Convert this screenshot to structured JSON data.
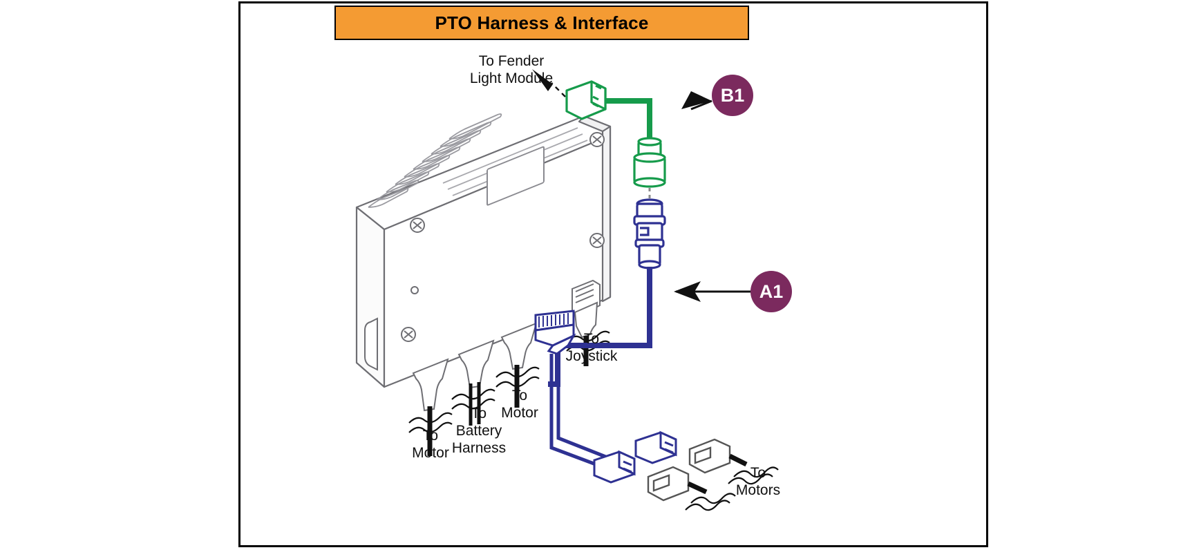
{
  "title": {
    "text": "PTO Harness & Interface"
  },
  "colors": {
    "banner_bg": "#F49B33",
    "frame_border": "#000000",
    "badge_purple": "#7B2A5E",
    "wire_green": "#169B4B",
    "wire_navy": "#2E3192",
    "line_grey": "#8A8A8A",
    "text": "#111111"
  },
  "badges": [
    {
      "id": "B1",
      "label": "B1"
    },
    {
      "id": "A1",
      "label": "A1"
    }
  ],
  "labels": {
    "fender": "To Fender\nLight Module",
    "joystick": "To\nJoystick",
    "motor_left": "To\nMotor",
    "battery": "To\nBattery\nHarness",
    "motor_mid": "To\nMotor",
    "motors_right": "To\nMotors"
  },
  "components": {
    "controller": "controller-module",
    "fender_connector": "green-rectangular-connector",
    "green_cylindrical_connector": "green-inline-connector",
    "navy_cylindrical_connector": "navy-inline-connector",
    "joystick_port": "joystick-port-connector",
    "multipin_connector": "navy-multipin-connector",
    "motor_connector_pair": "motor-connector-pair"
  }
}
